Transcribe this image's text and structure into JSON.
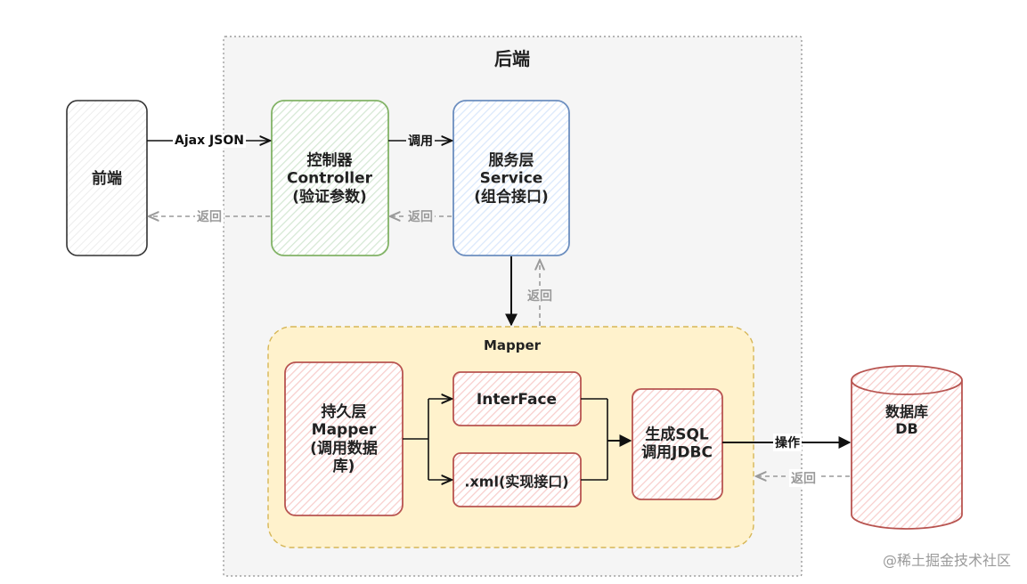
{
  "backend_title": "后端",
  "frontend_label": "前端",
  "controller_label": "控制器\nController\n(验证参数)",
  "service_label": "服务层\nService\n(组合接口)",
  "mapper_group_title": "Mapper",
  "persistence_label": "持久层\nMapper\n(调用数据\n库)",
  "interface_label": "InterFace",
  "xml_label": ".xml(实现接口)",
  "sql_label": "生成SQL\n调用JDBC",
  "database_label": "数据库\nDB",
  "edges": {
    "ajax_json": "Ajax JSON",
    "call": "调用",
    "return_text": "返回",
    "operate": "操作"
  },
  "watermark": "@稀土掘金技术社区",
  "colors": {
    "backend_bg": "#f5f5f5",
    "controller_fill": "#d5e8d4",
    "controller_stroke": "#82b366",
    "service_fill": "#dae8fc",
    "service_stroke": "#6c8ebf",
    "mapper_fill": "#fff2cc",
    "mapper_stroke": "#d6b656",
    "red_fill": "#f8cecc",
    "red_stroke": "#b85450",
    "db_stroke": "#b85450"
  }
}
